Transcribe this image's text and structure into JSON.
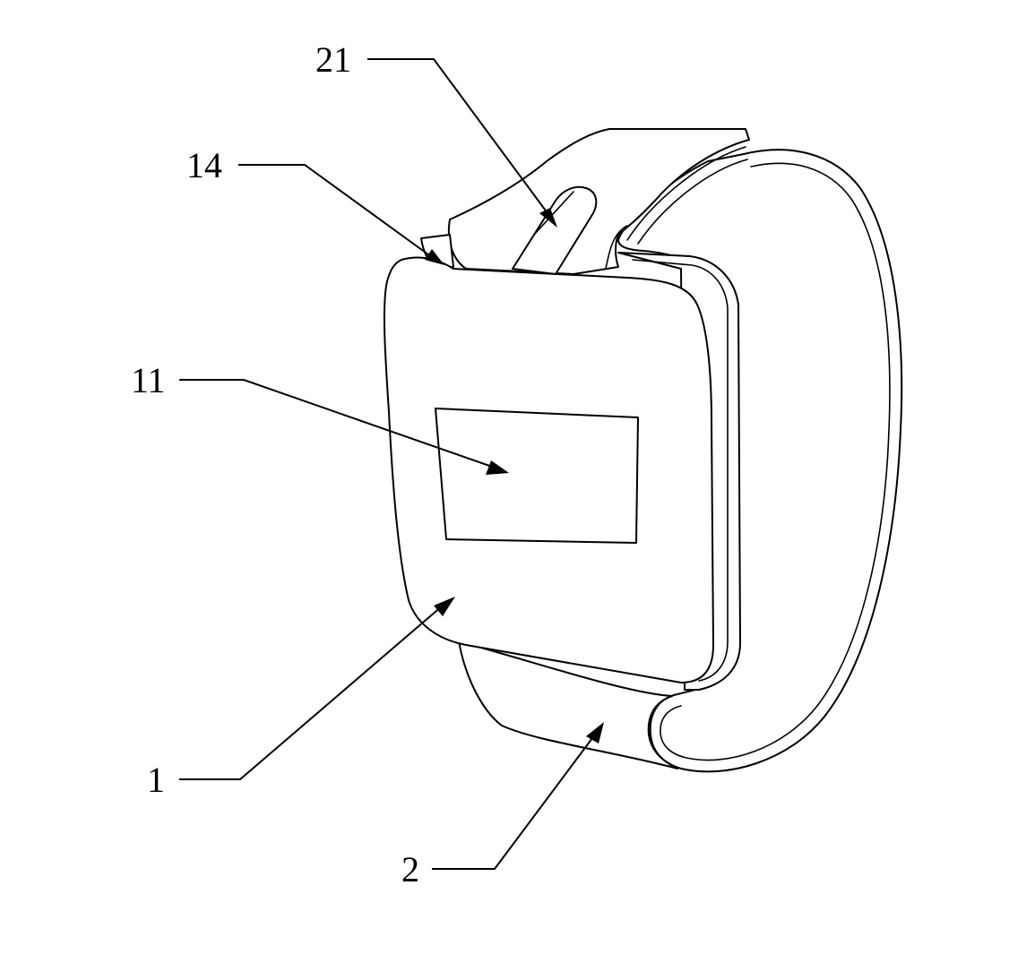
{
  "figure": {
    "callouts": [
      {
        "id": "21",
        "label": "21"
      },
      {
        "id": "14",
        "label": "14"
      },
      {
        "id": "11",
        "label": "11"
      },
      {
        "id": "1",
        "label": "1"
      },
      {
        "id": "2",
        "label": "2"
      }
    ]
  }
}
